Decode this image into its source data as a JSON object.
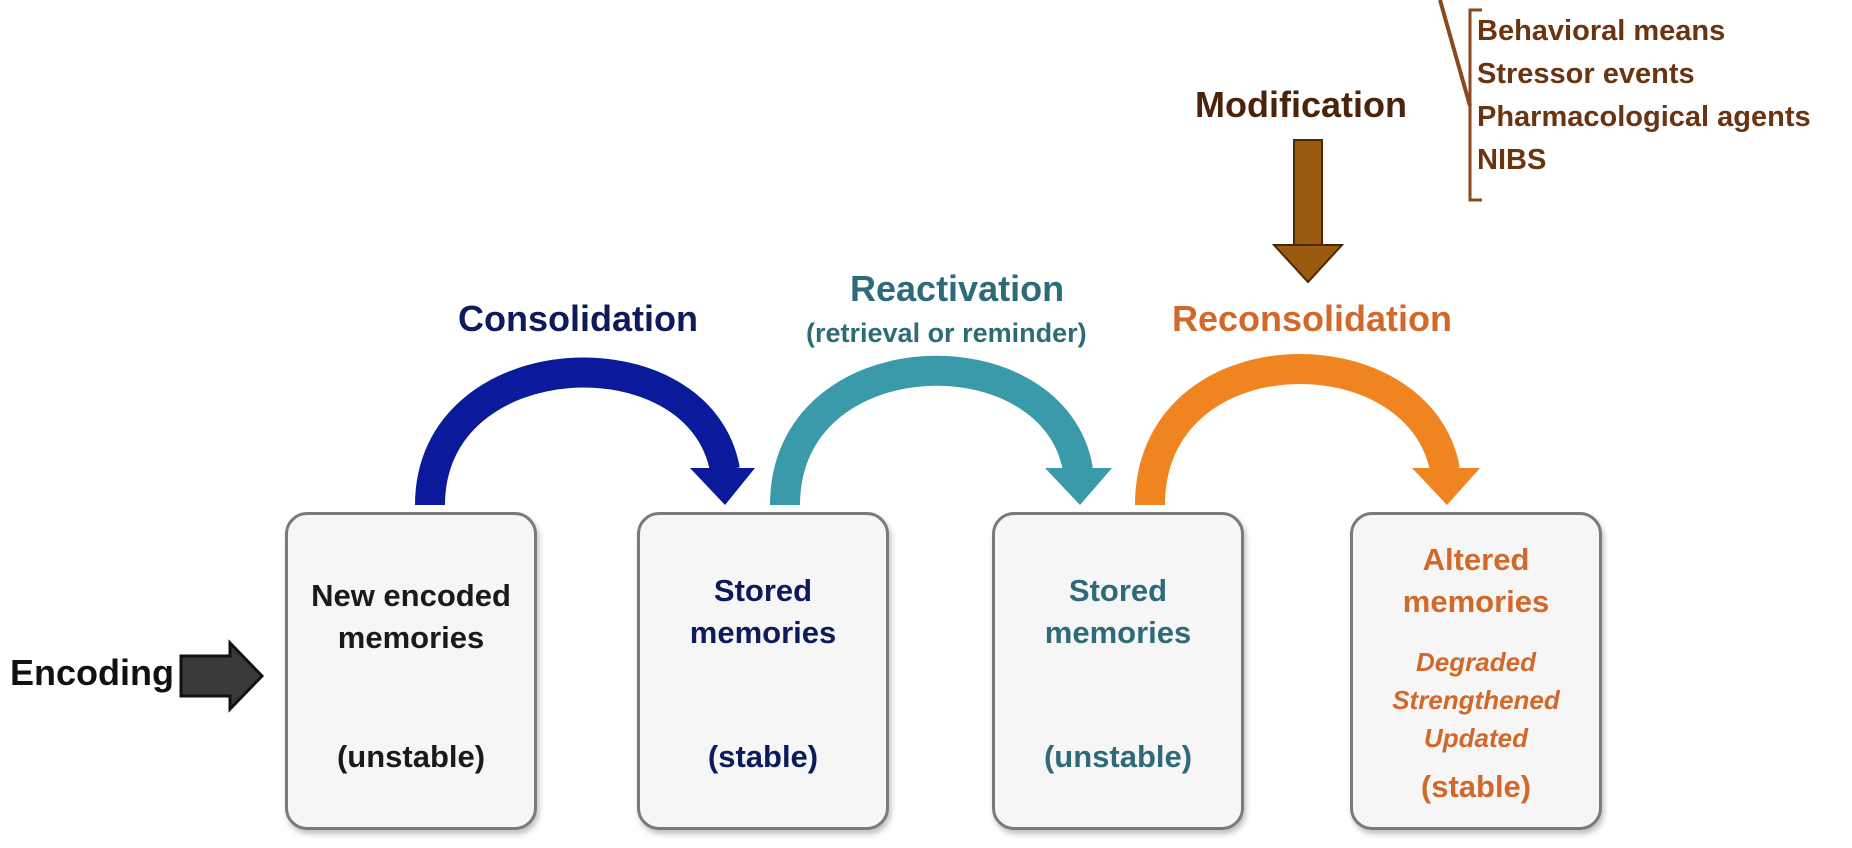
{
  "colors": {
    "consolidation": "#0a1a9a",
    "consolidation_text": "#0d1a5c",
    "reactivation": "#3a9aaa",
    "reactivation_text": "#2e6b78",
    "reconsolidation": "#f08420",
    "reconsolidation_text": "#d2692a",
    "modification": "#9a5a10",
    "modification_text": "#4a230a",
    "encoding_arrow": "#3a3a3a"
  },
  "encoding": {
    "label": "Encoding"
  },
  "modification": {
    "label": "Modification",
    "items": [
      "Behavioral means",
      "Stressor events",
      "Pharmacological agents",
      "NIBS"
    ]
  },
  "processes": [
    {
      "label": "Consolidation",
      "sublabel": ""
    },
    {
      "label": "Reactivation",
      "sublabel": "(retrieval or reminder)"
    },
    {
      "label": "Reconsolidation",
      "sublabel": ""
    }
  ],
  "boxes": [
    {
      "title_line1": "New encoded",
      "title_line2": "memories",
      "state": "(unstable)"
    },
    {
      "title_line1": "Stored",
      "title_line2": "memories",
      "state": "(stable)"
    },
    {
      "title_line1": "Stored",
      "title_line2": "memories",
      "state": "(unstable)"
    },
    {
      "title_line1": "Altered",
      "title_line2": "memories",
      "outcomes": [
        "Degraded",
        "Strengthened",
        "Updated"
      ],
      "state": "(stable)"
    }
  ]
}
